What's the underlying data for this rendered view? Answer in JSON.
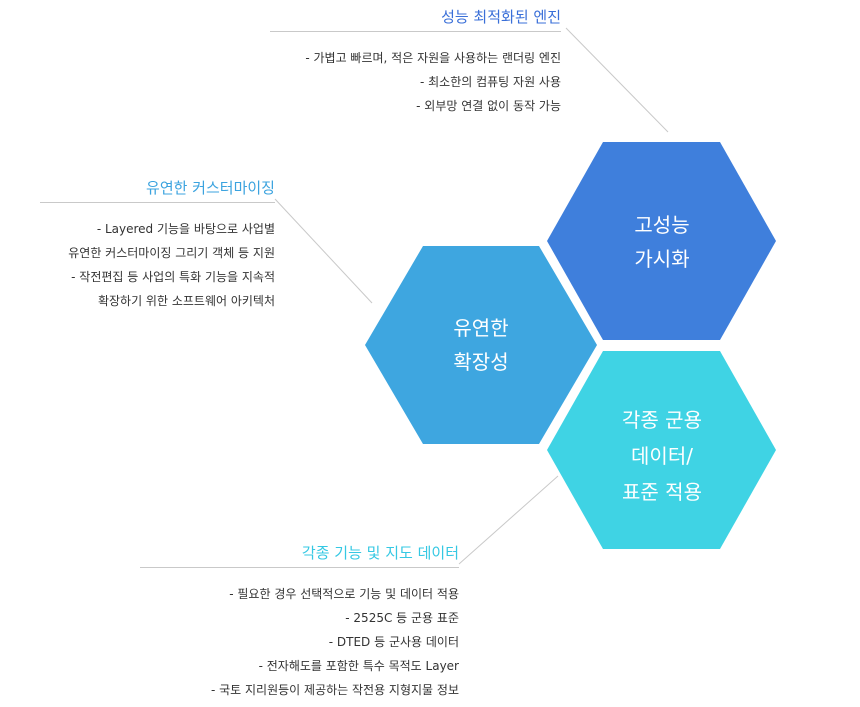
{
  "colors": {
    "hex_top": "#3f7fdc",
    "hex_left": "#3ea6e0",
    "hex_bottom": "#3fd3e4",
    "title_top": "#3a6fd8",
    "title_left": "#3ba3df",
    "title_bottom": "#35c8e3"
  },
  "hexagons": [
    {
      "id": "hex-visualization",
      "lines": [
        "고성능",
        "가시화"
      ]
    },
    {
      "id": "hex-extensibility",
      "lines": [
        "유연한",
        "확장성"
      ]
    },
    {
      "id": "hex-standards",
      "lines": [
        "각종 군용",
        "데이터/",
        "표준 적용"
      ]
    }
  ],
  "features": {
    "performance": {
      "title": "성능 최적화된 엔진",
      "items": [
        "- 가볍고 빠르며, 적은 자원을 사용하는 랜더링 엔진",
        "- 최소한의 컴퓨팅 자원 사용",
        "- 외부망 연결 없이 동작 가능"
      ]
    },
    "customizing": {
      "title": "유연한 커스터마이징",
      "items": [
        "- Layered 기능을 바탕으로 사업별",
        "유연한 커스터마이징 그리기 객체 등 지원",
        "- 작전편집 등 사업의 특화 기능을 지속적",
        "확장하기 위한 소프트웨어 아키텍처"
      ]
    },
    "layers": {
      "title": "각종 기능 및 지도 데이터",
      "items": [
        "- 필요한 경우 선택적으로 기능 및 데이터 적용",
        "- 2525C 등 군용 표준",
        "- DTED 등 군사용 데이터",
        "- 전자해도를 포함한 특수 목적도 Layer",
        "- 국토 지리원등이 제공하는 작전용 지형지물 정보"
      ]
    }
  }
}
